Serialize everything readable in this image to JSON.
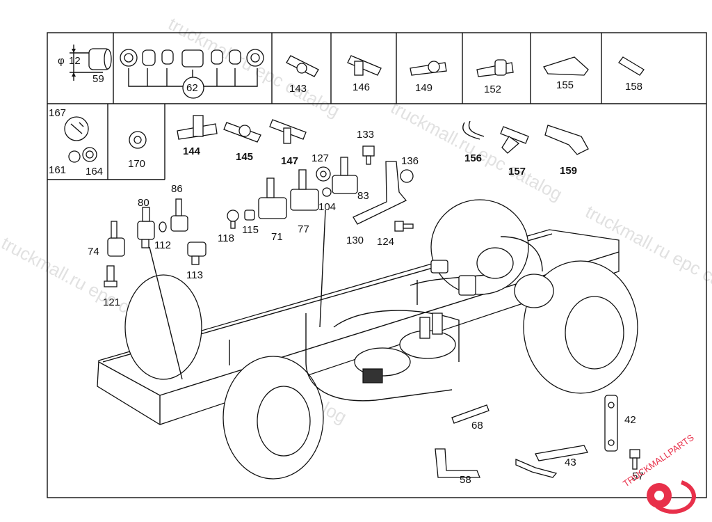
{
  "labels": {
    "l59": "59",
    "l12": "12",
    "lphi": "φ",
    "l62": "62",
    "l143": "143",
    "l146": "146",
    "l149": "149",
    "l152": "152",
    "l155": "155",
    "l158": "158",
    "l167": "167",
    "l161": "161",
    "l164": "164",
    "l170": "170",
    "l144": "144",
    "l145": "145",
    "l147": "147",
    "l127": "127",
    "l133": "133",
    "l136": "136",
    "l156": "156",
    "l157": "157",
    "l159": "159",
    "l80": "80",
    "l86": "86",
    "l74": "74",
    "l112": "112",
    "l113": "113",
    "l121": "121",
    "l118": "118",
    "l115": "115",
    "l71": "71",
    "l77": "77",
    "l104": "104",
    "l83": "83",
    "l130": "130",
    "l124": "124",
    "l68": "68",
    "l42": "42",
    "l43": "43",
    "l58": "58",
    "l57": "57"
  },
  "watermark": {
    "text1": "truckmall.ru epc catalog",
    "text2": "truckmall.ru epc catalog"
  },
  "logo": {
    "text": "TRUCKMALLPARTS",
    "color": "#e8304a"
  }
}
